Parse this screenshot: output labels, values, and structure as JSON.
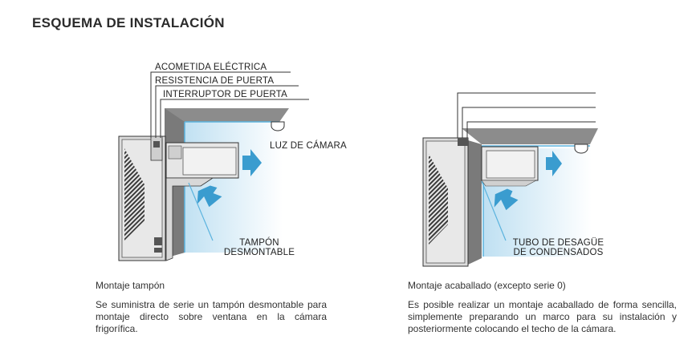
{
  "header": {
    "title": "ESQUEMA DE INSTALACIÓN"
  },
  "left": {
    "labels": {
      "acometida": "ACOMETIDA ELÉCTRICA",
      "resistencia": "RESISTENCIA DE PUERTA",
      "interruptor": "INTERRUPTOR DE PUERTA",
      "luz": "LUZ DE CÁMARA",
      "tampon_line1": "TAMPÓN",
      "tampon_line2": "DESMONTABLE"
    },
    "caption": "Montaje tampón",
    "description": "Se suministra de serie un tampón desmontable para montaje directo sobre ventana en la cámara frigorífica."
  },
  "right": {
    "labels": {
      "tubo_line1": "TUBO DE DESAGÜE",
      "tubo_line2": "DE CONDENSADOS"
    },
    "caption": "Montaje acaballado (excepto serie 0)",
    "description": "Es posible realizar un montaje acaballado de forma sencilla, simplemente preparando un marco para su instalación y posteriormente colocando el techo de la cámara."
  },
  "colors": {
    "title": "#2b2b2b",
    "wall": "#808080",
    "unit_fill": "#e6e6e6",
    "cold_zone": "#cfe8f5",
    "arrow": "#3a9ccf",
    "leader": "#5bb3de"
  }
}
